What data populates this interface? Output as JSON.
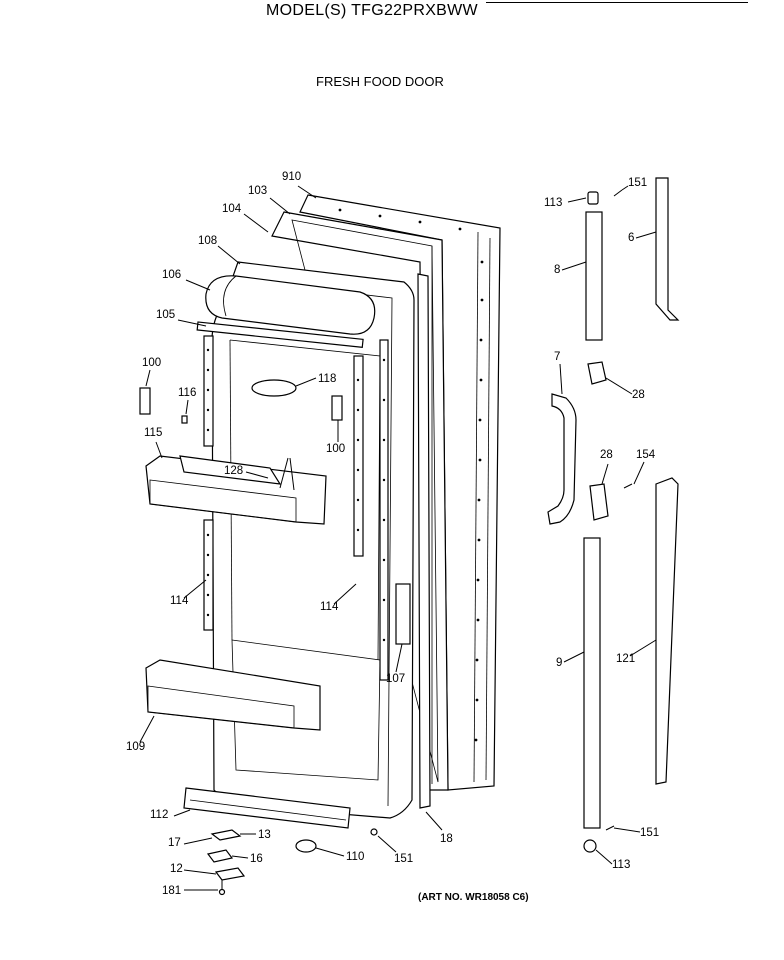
{
  "header": {
    "model": "MODEL(S) TFG22PRXBWW",
    "section": "FRESH FOOD DOOR",
    "art_no": "(ART NO. WR18058 C6)"
  },
  "callouts": [
    {
      "id": "c910",
      "text": "910"
    },
    {
      "id": "c103",
      "text": "103"
    },
    {
      "id": "c104",
      "text": "104"
    },
    {
      "id": "c108",
      "text": "108"
    },
    {
      "id": "c106",
      "text": "106"
    },
    {
      "id": "c105",
      "text": "105"
    },
    {
      "id": "c100a",
      "text": "100"
    },
    {
      "id": "c116",
      "text": "116"
    },
    {
      "id": "c118",
      "text": "118"
    },
    {
      "id": "c100b",
      "text": "100"
    },
    {
      "id": "c115",
      "text": "115"
    },
    {
      "id": "c128",
      "text": "128"
    },
    {
      "id": "c114a",
      "text": "114"
    },
    {
      "id": "c114b",
      "text": "114"
    },
    {
      "id": "c107",
      "text": "107"
    },
    {
      "id": "c109",
      "text": "109"
    },
    {
      "id": "c112",
      "text": "112"
    },
    {
      "id": "c17",
      "text": "17"
    },
    {
      "id": "c13",
      "text": "13"
    },
    {
      "id": "c16",
      "text": "16"
    },
    {
      "id": "c12",
      "text": "12"
    },
    {
      "id": "c181",
      "text": "181"
    },
    {
      "id": "c110",
      "text": "110"
    },
    {
      "id": "c151a",
      "text": "151"
    },
    {
      "id": "c18",
      "text": "18"
    },
    {
      "id": "c113a",
      "text": "113"
    },
    {
      "id": "c151b",
      "text": "151"
    },
    {
      "id": "c6",
      "text": "6"
    },
    {
      "id": "c8",
      "text": "8"
    },
    {
      "id": "c7",
      "text": "7"
    },
    {
      "id": "c28a",
      "text": "28"
    },
    {
      "id": "c28b",
      "text": "28"
    },
    {
      "id": "c154",
      "text": "154"
    },
    {
      "id": "c9",
      "text": "9"
    },
    {
      "id": "c121",
      "text": "121"
    },
    {
      "id": "c151c",
      "text": "151"
    },
    {
      "id": "c113b",
      "text": "113"
    }
  ]
}
